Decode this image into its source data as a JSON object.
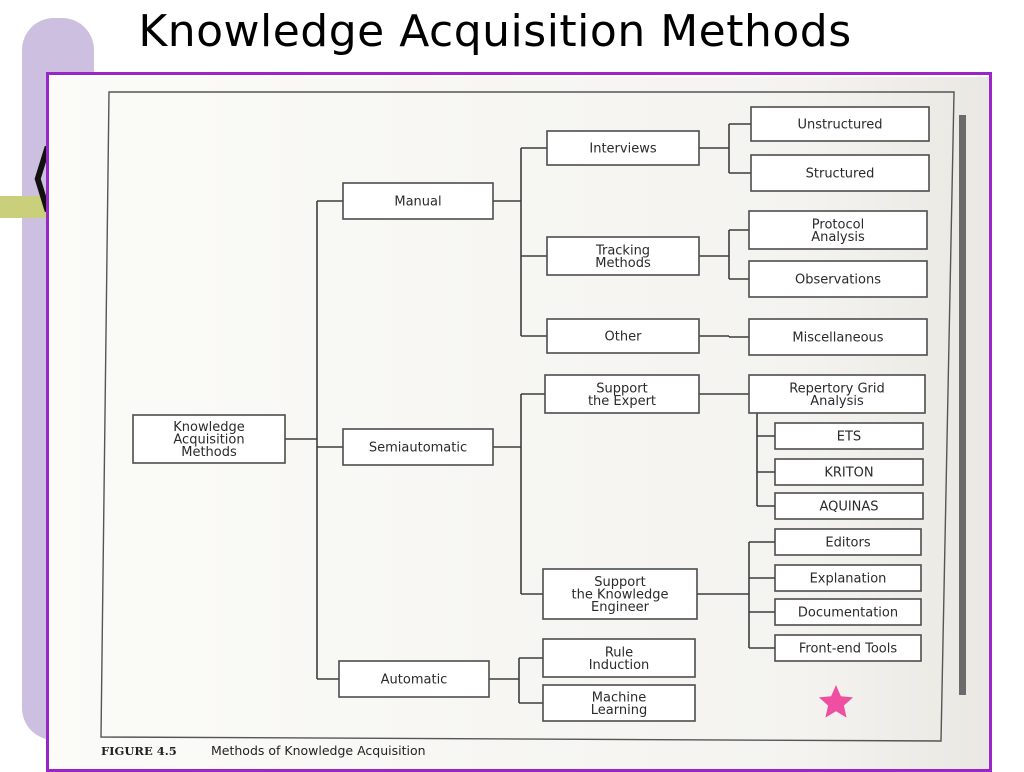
{
  "slide": {
    "title": "Knowledge Acquisition Methods"
  },
  "diagram": {
    "root": {
      "id": "kam",
      "lines": [
        "Knowledge",
        "Acquisition",
        "Methods"
      ]
    },
    "level1": [
      {
        "id": "manual",
        "lines": [
          "Manual"
        ]
      },
      {
        "id": "semiautomatic",
        "lines": [
          "Semiautomatic"
        ]
      },
      {
        "id": "automatic",
        "lines": [
          "Automatic"
        ]
      }
    ],
    "level2": [
      {
        "id": "interviews",
        "parent": "manual",
        "lines": [
          "Interviews"
        ]
      },
      {
        "id": "tracking",
        "parent": "manual",
        "lines": [
          "Tracking",
          "Methods"
        ]
      },
      {
        "id": "other",
        "parent": "manual",
        "lines": [
          "Other"
        ]
      },
      {
        "id": "support-expert",
        "parent": "semiautomatic",
        "lines": [
          "Support",
          "the Expert"
        ]
      },
      {
        "id": "support-engineer",
        "parent": "semiautomatic",
        "lines": [
          "Support",
          "the Knowledge",
          "Engineer"
        ]
      },
      {
        "id": "rule-induction",
        "parent": "automatic",
        "lines": [
          "Rule",
          "Induction"
        ]
      },
      {
        "id": "machine-learning",
        "parent": "automatic",
        "lines": [
          "Machine",
          "Learning"
        ]
      }
    ],
    "level3": [
      {
        "id": "unstructured",
        "parent": "interviews",
        "lines": [
          "Unstructured"
        ]
      },
      {
        "id": "structured",
        "parent": "interviews",
        "lines": [
          "Structured"
        ]
      },
      {
        "id": "protocol",
        "parent": "tracking",
        "lines": [
          "Protocol",
          "Analysis"
        ]
      },
      {
        "id": "observations",
        "parent": "tracking",
        "lines": [
          "Observations"
        ]
      },
      {
        "id": "misc",
        "parent": "other",
        "lines": [
          "Miscellaneous"
        ]
      },
      {
        "id": "repgrid",
        "parent": "support-expert",
        "lines": [
          "Repertory Grid",
          "Analysis"
        ]
      },
      {
        "id": "ets",
        "parent": "support-expert",
        "lines": [
          "ETS"
        ]
      },
      {
        "id": "kriton",
        "parent": "support-expert",
        "lines": [
          "KRITON"
        ]
      },
      {
        "id": "aquinas",
        "parent": "support-expert",
        "lines": [
          "AQUINAS"
        ]
      },
      {
        "id": "editors",
        "parent": "support-engineer",
        "lines": [
          "Editors"
        ]
      },
      {
        "id": "explanation",
        "parent": "support-engineer",
        "lines": [
          "Explanation"
        ]
      },
      {
        "id": "documentation",
        "parent": "support-engineer",
        "lines": [
          "Documentation"
        ]
      },
      {
        "id": "frontend",
        "parent": "support-engineer",
        "lines": [
          "Front-end Tools"
        ]
      }
    ]
  },
  "caption": {
    "label": "FIGURE 4.5",
    "text": "Methods of Knowledge Acquisition"
  },
  "colors": {
    "frame_border": "#9a26c8",
    "side_bar": "#cdbfe0",
    "side_stripe": "#c9cf7a",
    "star": "#ee4fa0"
  },
  "decorations": {
    "star_icon": "star-icon"
  }
}
